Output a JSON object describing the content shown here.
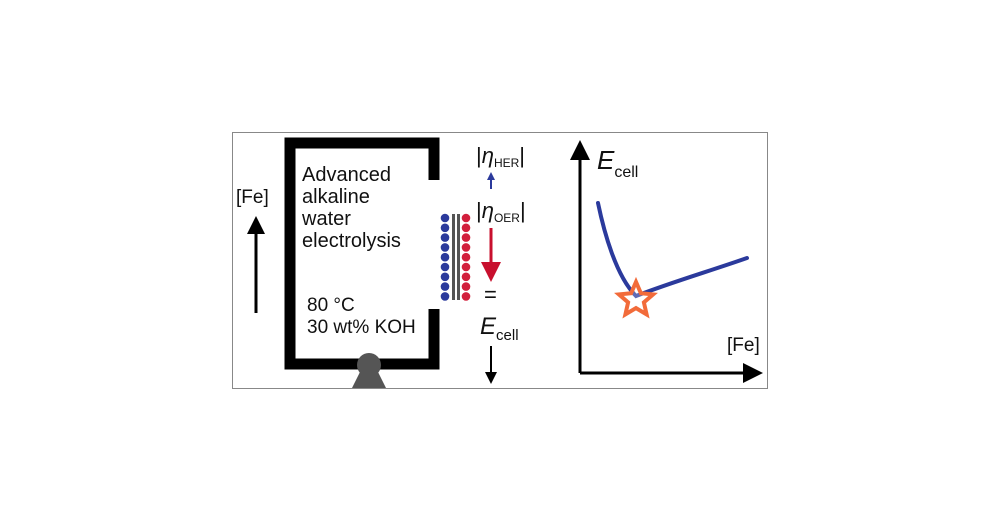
{
  "colors": {
    "frame": "#000000",
    "cathode_dots": "#2b3a9c",
    "anode_dots": "#d21f3c",
    "her_arrow": "#2b3a9c",
    "oer_arrow": "#c8102e",
    "curve": "#2b3a9c",
    "star_fill": "#f26b3a",
    "pump": "#555555"
  },
  "left_panel": {
    "axis_label": "[Fe]",
    "title_lines": [
      "Advanced",
      "alkaline",
      "water",
      "electrolysis"
    ],
    "conditions": [
      "80 °C",
      "30 wt% KOH"
    ],
    "pump_icon": "pump-icon"
  },
  "overpotentials": {
    "eta_symbol": "η",
    "her_sub": "HER",
    "oer_sub": "OER",
    "bar": "|",
    "equals": "=",
    "e_symbol": "E",
    "cell_sub": "cell"
  },
  "right_panel": {
    "y_symbol": "E",
    "y_sub": "cell",
    "x_label": "[Fe]",
    "marker_icon": "star-icon"
  }
}
